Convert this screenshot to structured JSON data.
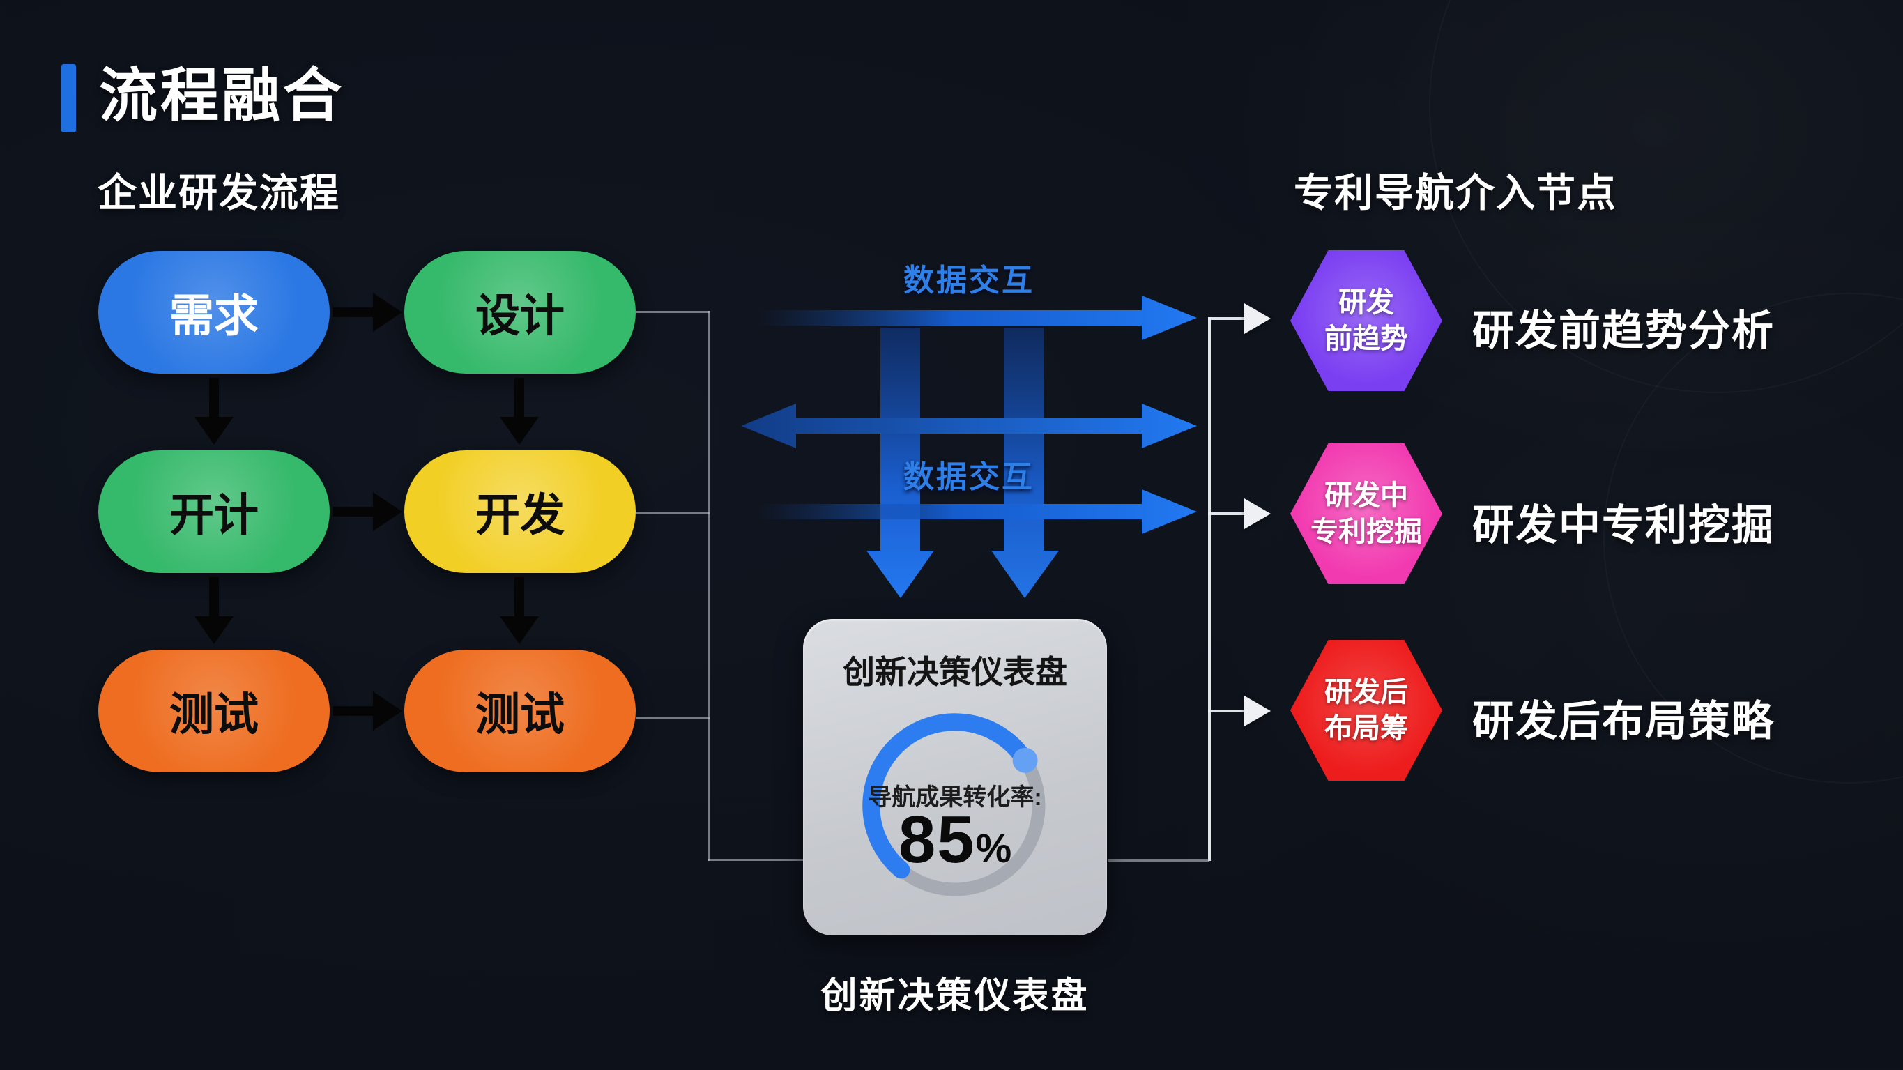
{
  "header": {
    "title": "流程融合"
  },
  "left": {
    "subtitle": "企业研发流程",
    "nodes": [
      "需求",
      "设计",
      "开计",
      "开发",
      "测试",
      "测试"
    ]
  },
  "middle": {
    "data_exchange_top": "数据交互",
    "data_exchange_bottom": "数据交互"
  },
  "dashboard": {
    "title": "创新决策仪表盘",
    "metric_label": "导航成果转化率:",
    "metric_value": "85",
    "metric_unit": "%",
    "caption": "创新决策仪表盘"
  },
  "right": {
    "subtitle": "专利导航介入节点",
    "items": [
      {
        "hex_line1": "研发",
        "hex_line2": "前趋势",
        "label": "研发前趋势分析"
      },
      {
        "hex_line1": "研发中",
        "hex_line2": "专利挖掘",
        "label": "研发中专利挖掘"
      },
      {
        "hex_line1": "研发后",
        "hex_line2": "布局筹",
        "label": "研发后布局策略"
      }
    ]
  },
  "colors": {
    "background": "#0d1119",
    "accent_blue": "#1f6fe0",
    "node_blue": "#2b78e4",
    "node_green": "#35b96a",
    "node_yellow": "#f2cf25",
    "node_orange": "#ee6d20",
    "hex_purple": "#7b3ff2",
    "hex_pink": "#f23ab0",
    "hex_red": "#ee1d1d",
    "arrow_blue": "#1f76ee",
    "label_blue": "#2e7fe8",
    "gauge_track": "#a6aab2",
    "gauge_arc": "#2e7df0",
    "gauge_dot": "#64a1f4"
  }
}
